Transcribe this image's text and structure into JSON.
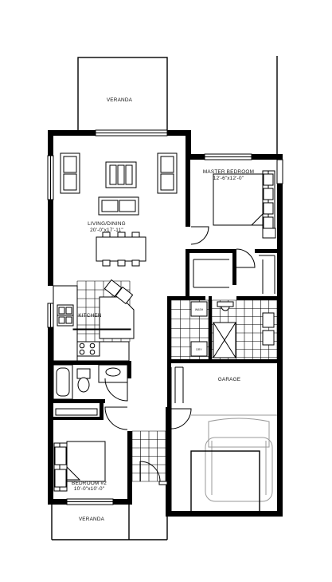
{
  "rooms": {
    "veranda_top": "VERANDA",
    "master_bedroom": {
      "name": "MASTER BEDROOM",
      "size": "12'-6\"x12'-0\""
    },
    "living_dining": {
      "name": "LIVING/DINING",
      "size": "20'-0\"x17'-11\""
    },
    "kitchen": "KITCHEN",
    "garage": "GARAGE",
    "bedroom_2": {
      "name": "BEDROOM #2",
      "size": "10'-0\"x10'-0\""
    },
    "veranda_bottom": "VERANDA"
  },
  "fixtures": {
    "washer": "WASH",
    "dryer": "DRY"
  }
}
